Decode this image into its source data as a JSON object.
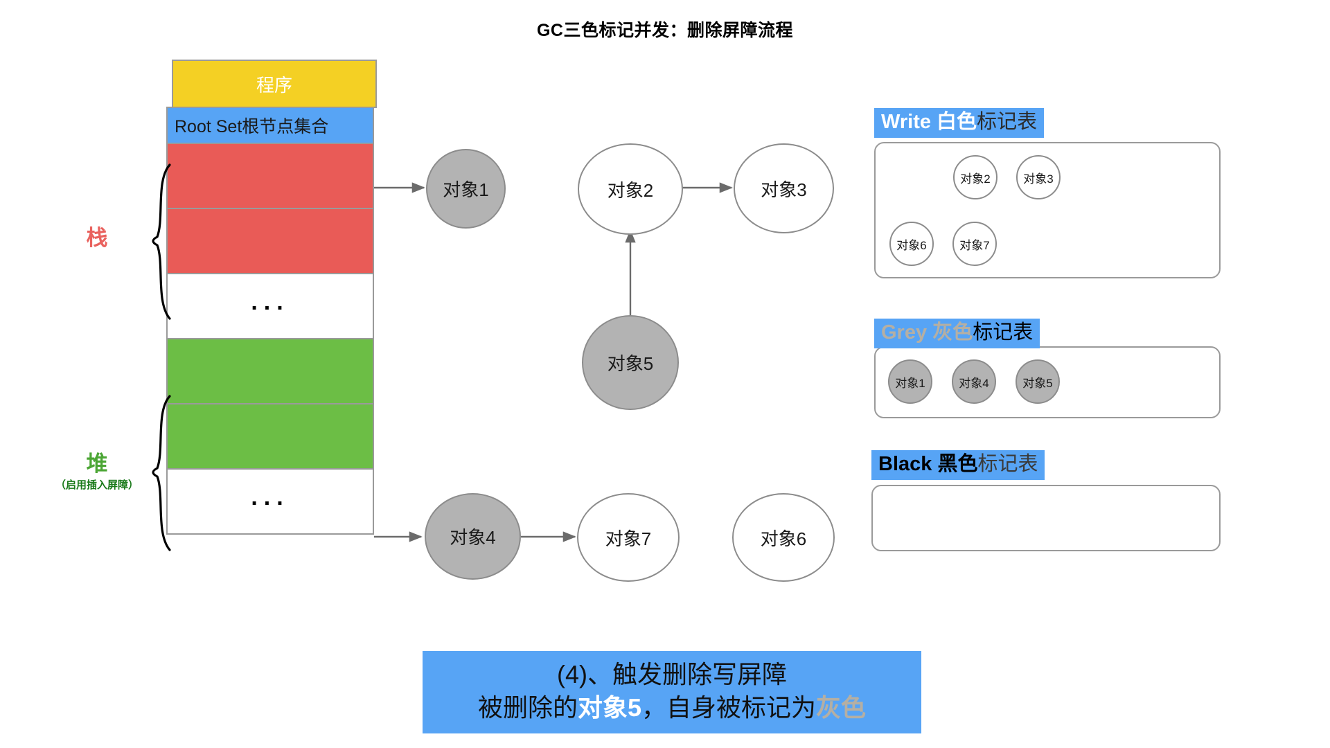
{
  "title": "GC三色标记并发：删除屏障流程",
  "memory": {
    "program_label": "程序",
    "rootset_label": "Root Set根节点集合",
    "ellipsis": "...",
    "stack_label": "栈",
    "heap_label": "堆",
    "heap_sublabel": "（启用插入屏障）",
    "blocks": [
      {
        "name": "stack-slot-1",
        "color": "#E95B57"
      },
      {
        "name": "stack-slot-2",
        "color": "#E95B57"
      },
      {
        "name": "stack-empty",
        "color": "#FFFFFF"
      },
      {
        "name": "heap-slot-1",
        "color": "#6CBE45"
      },
      {
        "name": "heap-slot-2",
        "color": "#6CBE45"
      },
      {
        "name": "heap-empty",
        "color": "#FFFFFF"
      }
    ]
  },
  "objects": [
    {
      "id": "obj1",
      "label": "对象1",
      "color": "grey"
    },
    {
      "id": "obj2",
      "label": "对象2",
      "color": "white"
    },
    {
      "id": "obj3",
      "label": "对象3",
      "color": "white"
    },
    {
      "id": "obj5",
      "label": "对象5",
      "color": "grey"
    },
    {
      "id": "obj4",
      "label": "对象4",
      "color": "grey"
    },
    {
      "id": "obj7",
      "label": "对象7",
      "color": "white"
    },
    {
      "id": "obj6",
      "label": "对象6",
      "color": "white"
    }
  ],
  "tables": {
    "white": {
      "header_en": "Write ",
      "header_cn1": "白色",
      "header_cn2": "标记表",
      "items": [
        "对象2",
        "对象3",
        "对象6",
        "对象7"
      ]
    },
    "grey": {
      "header_en": "Grey ",
      "header_cn1": "灰色",
      "header_cn2": "标记表",
      "items": [
        "对象1",
        "对象4",
        "对象5"
      ]
    },
    "black": {
      "header_en": "Black ",
      "header_cn1": "黑色",
      "header_cn2": "标记表",
      "items": []
    }
  },
  "caption": {
    "line1": "(4)、触发删除写屏障",
    "line2_a": "被删除的",
    "line2_b": "对象5",
    "line2_c": "，自身被标记为",
    "line2_d": "灰色"
  },
  "colors": {
    "accent_blue": "#57A4F5",
    "stack_red": "#E95B57",
    "heap_green": "#6CBE45",
    "program_yellow": "#F4D024",
    "grey_object": "#B3B3B3"
  }
}
